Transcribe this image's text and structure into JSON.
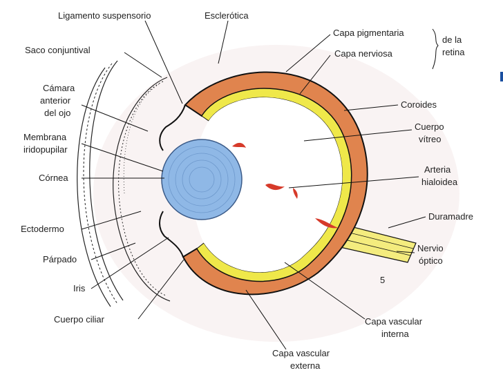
{
  "colors": {
    "sclera_orange": "#e0844e",
    "retina_yellow": "#efe84a",
    "lens_blue": "#8fb8e6",
    "lens_ring": "#6d98cc",
    "vessel_red": "#d63a2a",
    "ink": "#111111"
  },
  "labels": {
    "ligamento_suspensorio": "Ligamento suspensorio",
    "esclerotica": "Esclerótica",
    "saco_conjuntival": "Saco conjuntival",
    "camara_1": "Cámara",
    "camara_2": "anterior",
    "camara_3": "del ojo",
    "membrana_1": "Membrana",
    "membrana_2": "iridopupilar",
    "cornea": "Córnea",
    "ectodermo": "Ectodermo",
    "parpado": "Párpado",
    "iris": "Iris",
    "cuerpo_ciliar": "Cuerpo ciliar",
    "capa_pigmentaria": "Capa pigmentaria",
    "capa_nerviosa": "Capa nerviosa",
    "de_la": "de la",
    "retina": "retina",
    "coroides": "Coroides",
    "cuerpo_1": "Cuerpo",
    "cuerpo_2": "vítreo",
    "arteria_1": "Arteria",
    "arteria_2": "hialoidea",
    "duramadre": "Duramadre",
    "nervio_1": "Nervio",
    "nervio_2": "óptico",
    "capa_vasc_int_1": "Capa vascular",
    "capa_vasc_int_2": "interna",
    "capa_vasc_ext_1": "Capa vascular",
    "capa_vasc_ext_2": "externa",
    "margin_mark": "5"
  }
}
